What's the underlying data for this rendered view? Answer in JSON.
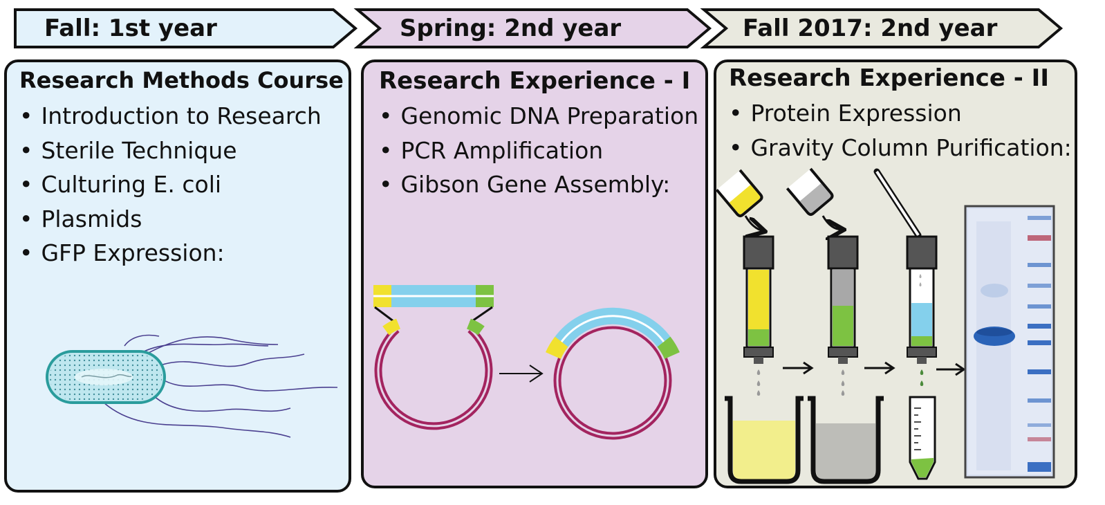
{
  "colors": {
    "panel1": "#e3f2fb",
    "panel2": "#e5d3e8",
    "panel3": "#e9e9df",
    "plasmid": "#a3245f",
    "insert": "#84d0ec",
    "yellow": "#f1e12e",
    "green": "#7dc242",
    "gray": "#666666"
  },
  "stages": [
    {
      "chevron_label": "Fall: 1st year",
      "title": "Research Methods Course",
      "bullets": [
        "Introduction to Research",
        "Sterile Technique",
        "Culturing E. coli",
        "Plasmids",
        "GFP Expression:"
      ],
      "illustration": "ecoli-bacterium"
    },
    {
      "chevron_label": "Spring: 2nd year",
      "title": "Research Experience - I",
      "bullets": [
        "Genomic DNA Preparation",
        "PCR Amplification",
        "Gibson Gene Assembly:"
      ],
      "illustration": "gibson-assembly"
    },
    {
      "chevron_label": "Fall 2017: 2nd year",
      "title": "Research Experience - II",
      "bullets": [
        "Protein Expression",
        "Gravity Column Purification:"
      ],
      "illustration": "column-purification"
    }
  ]
}
